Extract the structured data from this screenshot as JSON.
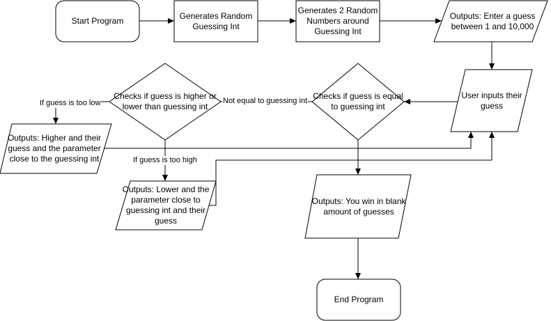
{
  "nodes": {
    "start": "Start Program",
    "gen_random": "Generates Random Guessing Int",
    "gen_two": "Generates 2 Random Numbers around Guessing Int",
    "prompt": "Outputs: Enter a guess between 1 and 10,000",
    "user_input": "User inputs their guess",
    "check_equal": "Checks if guess is equal to guessing int",
    "check_high_low": "Checks if guess is higher or lower than guessing int",
    "output_higher": "Outputs: Higher and their guess and the parameter close to the guessing int",
    "output_lower": "Outputs: Lower and the parameter close to guessing int and their guess",
    "output_win": "Outputs: You win in blank amount of guesses",
    "end": "End Program"
  },
  "edges": {
    "not_equal": "Not equal to guessing int",
    "too_low": "If guess is too low",
    "too_high": "If guess is too high"
  }
}
